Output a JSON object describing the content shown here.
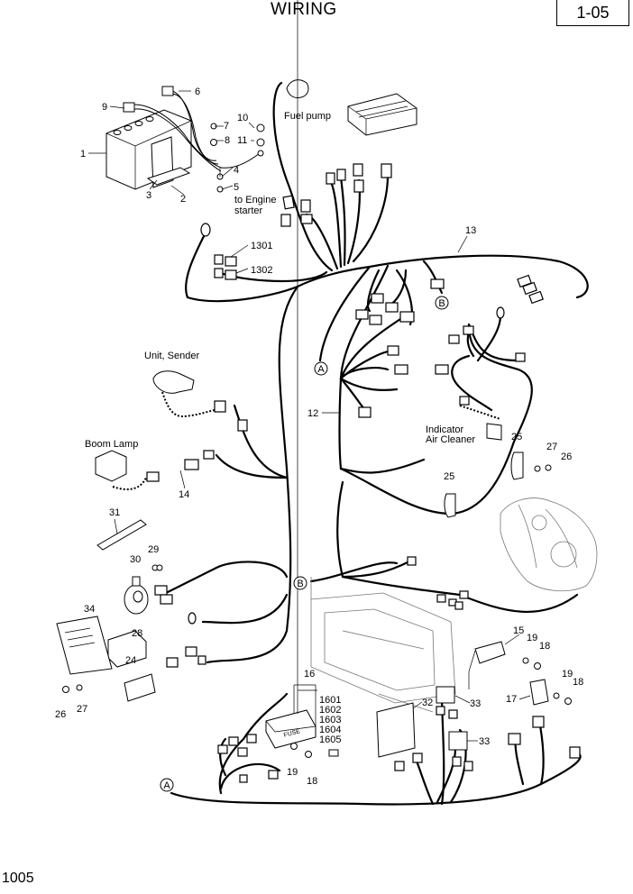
{
  "header": {
    "title": "WIRING",
    "page_ref": "1-05"
  },
  "footer": {
    "page_number": "1005"
  },
  "labels": {
    "fuel_pump": "Fuel pump",
    "to_engine_starter_1": "to Engine",
    "to_engine_starter_2": "starter",
    "unit_sender": "Unit, Sender",
    "boom_lamp": "Boom Lamp",
    "indicator_1": "Indicator",
    "indicator_2": "Air Cleaner",
    "fuse": "FUSE"
  },
  "callouts": {
    "c1": "1",
    "c2": "2",
    "c3": "3",
    "c4": "4",
    "c5": "5",
    "c6": "6",
    "c7": "7",
    "c8": "8",
    "c9": "9",
    "c10": "10",
    "c11": "11",
    "c12": "12",
    "c13": "13",
    "c14": "14",
    "c15": "15",
    "c16": "16",
    "c17": "17",
    "c18a": "18",
    "c18b": "18",
    "c18c": "18",
    "c19a": "19",
    "c19b": "19",
    "c19c": "19",
    "c24": "24",
    "c25a": "25",
    "c25b": "25",
    "c26a": "26",
    "c26b": "26",
    "c27a": "27",
    "c27b": "27",
    "c28": "28",
    "c29": "29",
    "c30": "30",
    "c31": "31",
    "c32": "32",
    "c33a": "33",
    "c33b": "33",
    "c34": "34",
    "c1301": "1301",
    "c1302": "1302",
    "c1601": "1601",
    "c1602": "1602",
    "c1603": "1603",
    "c1604": "1604",
    "c1605": "1605"
  },
  "connection_markers": {
    "a_top": "A",
    "a_bottom": "A",
    "b_top": "B",
    "b_bottom": "B"
  }
}
